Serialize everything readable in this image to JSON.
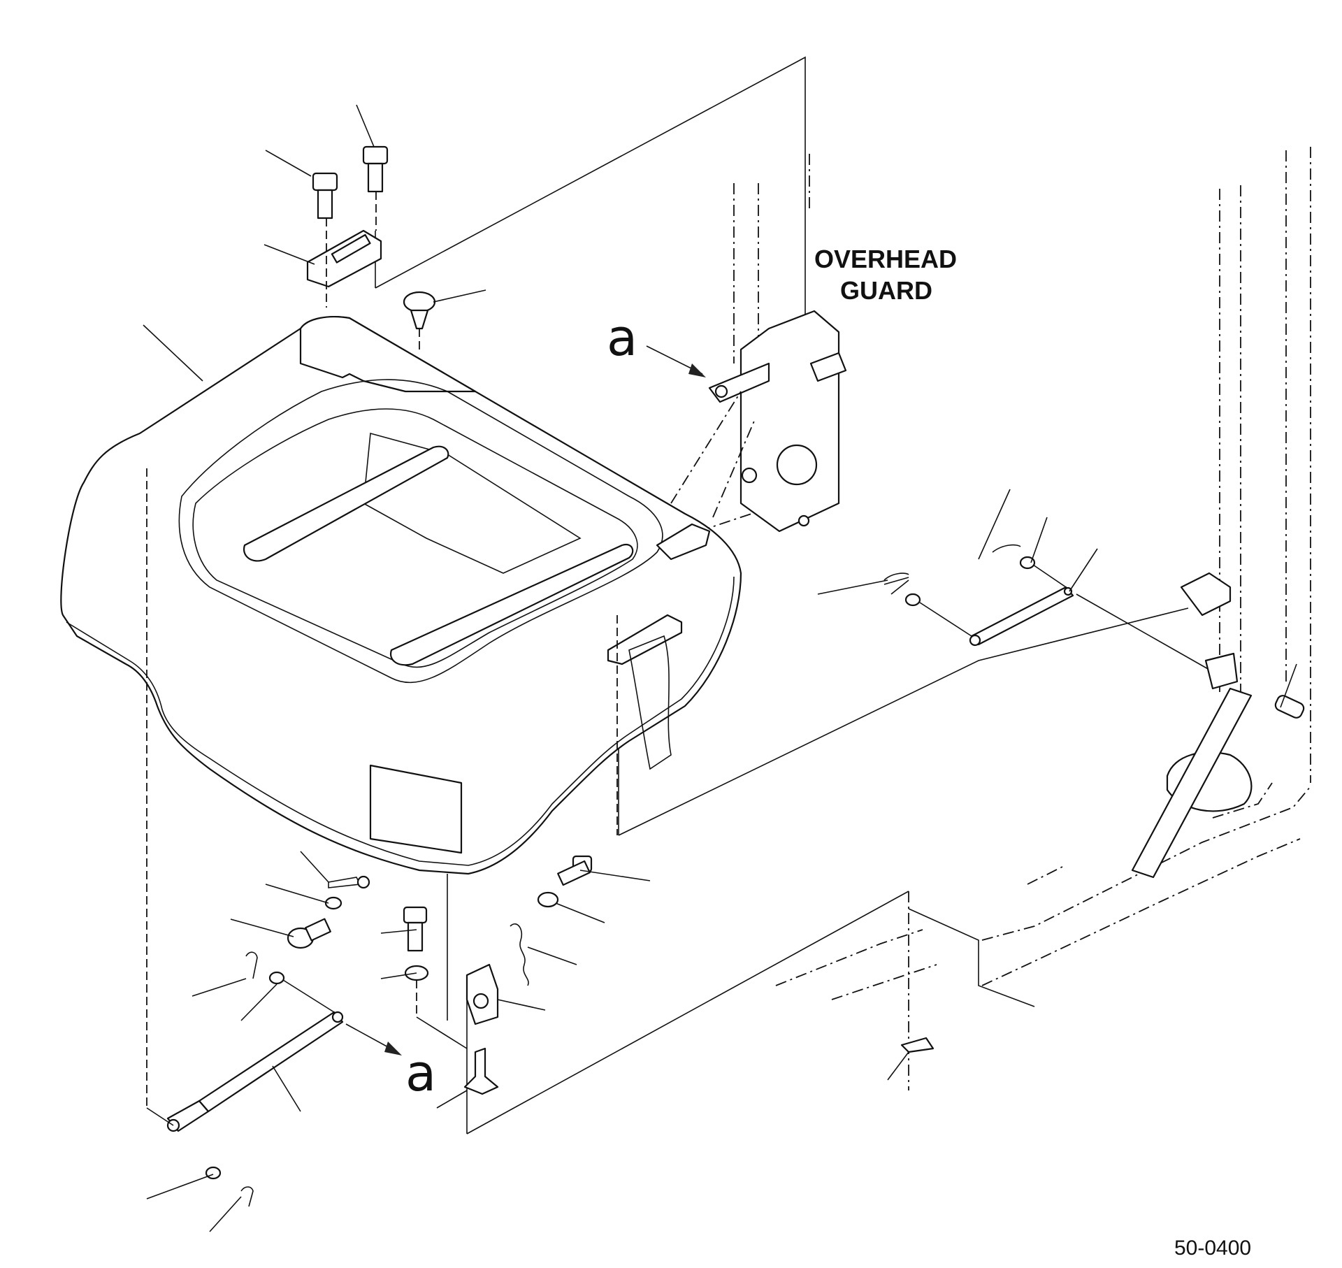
{
  "labels": {
    "overhead_line1": "OVERHEAD",
    "overhead_line2": "GUARD",
    "ref_a_top": "a",
    "ref_a_bottom": "a",
    "figure_number": "50-0400"
  }
}
